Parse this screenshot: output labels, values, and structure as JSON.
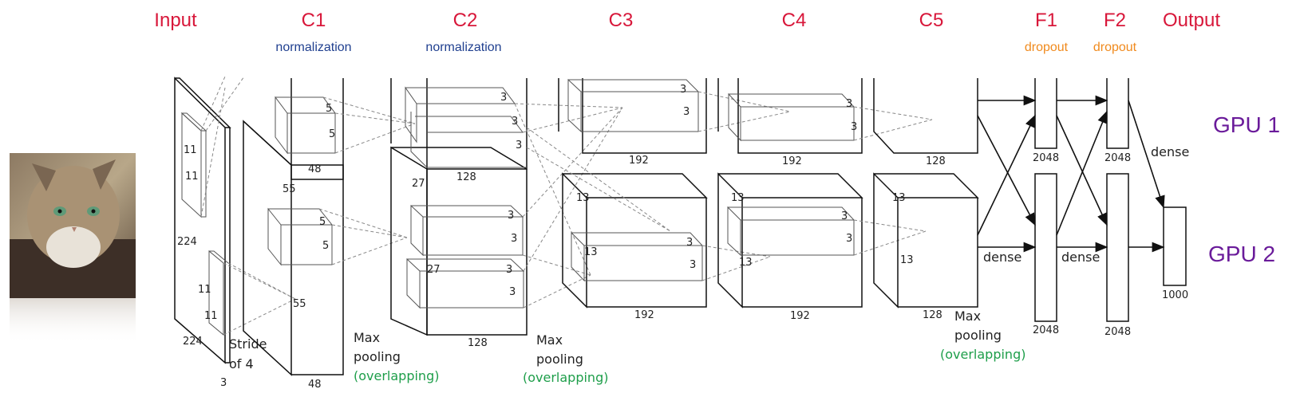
{
  "headers": {
    "input": "Input",
    "c1": "C1",
    "c2": "C2",
    "c3": "C3",
    "c4": "C4",
    "c5": "C5",
    "f1": "F1",
    "f2": "F2",
    "output": "Output"
  },
  "subheaders": {
    "c1": "normalization",
    "c2": "normalization",
    "f1": "dropout",
    "f2": "dropout"
  },
  "gpu": {
    "gpu1": "GPU 1",
    "gpu2": "GPU 2"
  },
  "labels": {
    "stride_line1": "Stride",
    "stride_line2": "of 4",
    "maxpool_word1": "Max",
    "maxpool_word2": "pooling",
    "overlapping": "(overlapping)",
    "dense": "dense"
  },
  "dims": {
    "input_11a": "11",
    "input_11b": "11",
    "input_11c": "11",
    "input_11d": "11",
    "input_224a": "224",
    "input_224b": "224",
    "input_3": "3",
    "c1_55a": "55",
    "c1_55b": "55",
    "c1_48a": "48",
    "c1_48b": "48",
    "c1_k5a": "5",
    "c1_k5b": "5",
    "c1_k5c": "5",
    "c1_k5d": "5",
    "c2_27a": "27",
    "c2_27b": "27",
    "c2_128a": "128",
    "c2_128b": "128",
    "k3": "3",
    "c3_13a": "13",
    "c3_13b": "13",
    "c3_192a": "192",
    "c3_192b": "192",
    "c4_13a": "13",
    "c4_13b": "13",
    "c4_192a": "192",
    "c4_192b": "192",
    "c5_13a": "13",
    "c5_13b": "13",
    "c5_128a": "128",
    "c5_128b": "128",
    "f1_2048a": "2048",
    "f1_2048b": "2048",
    "f2_2048a": "2048",
    "f2_2048b": "2048",
    "out_1000": "1000"
  },
  "colors": {
    "header": "#d8173a",
    "normalization": "#1f3f8f",
    "dropout": "#f08a1d",
    "overlapping": "#1e9e4a",
    "gpu": "#6a1b9a"
  },
  "image": {
    "subject": "cat-photo"
  }
}
